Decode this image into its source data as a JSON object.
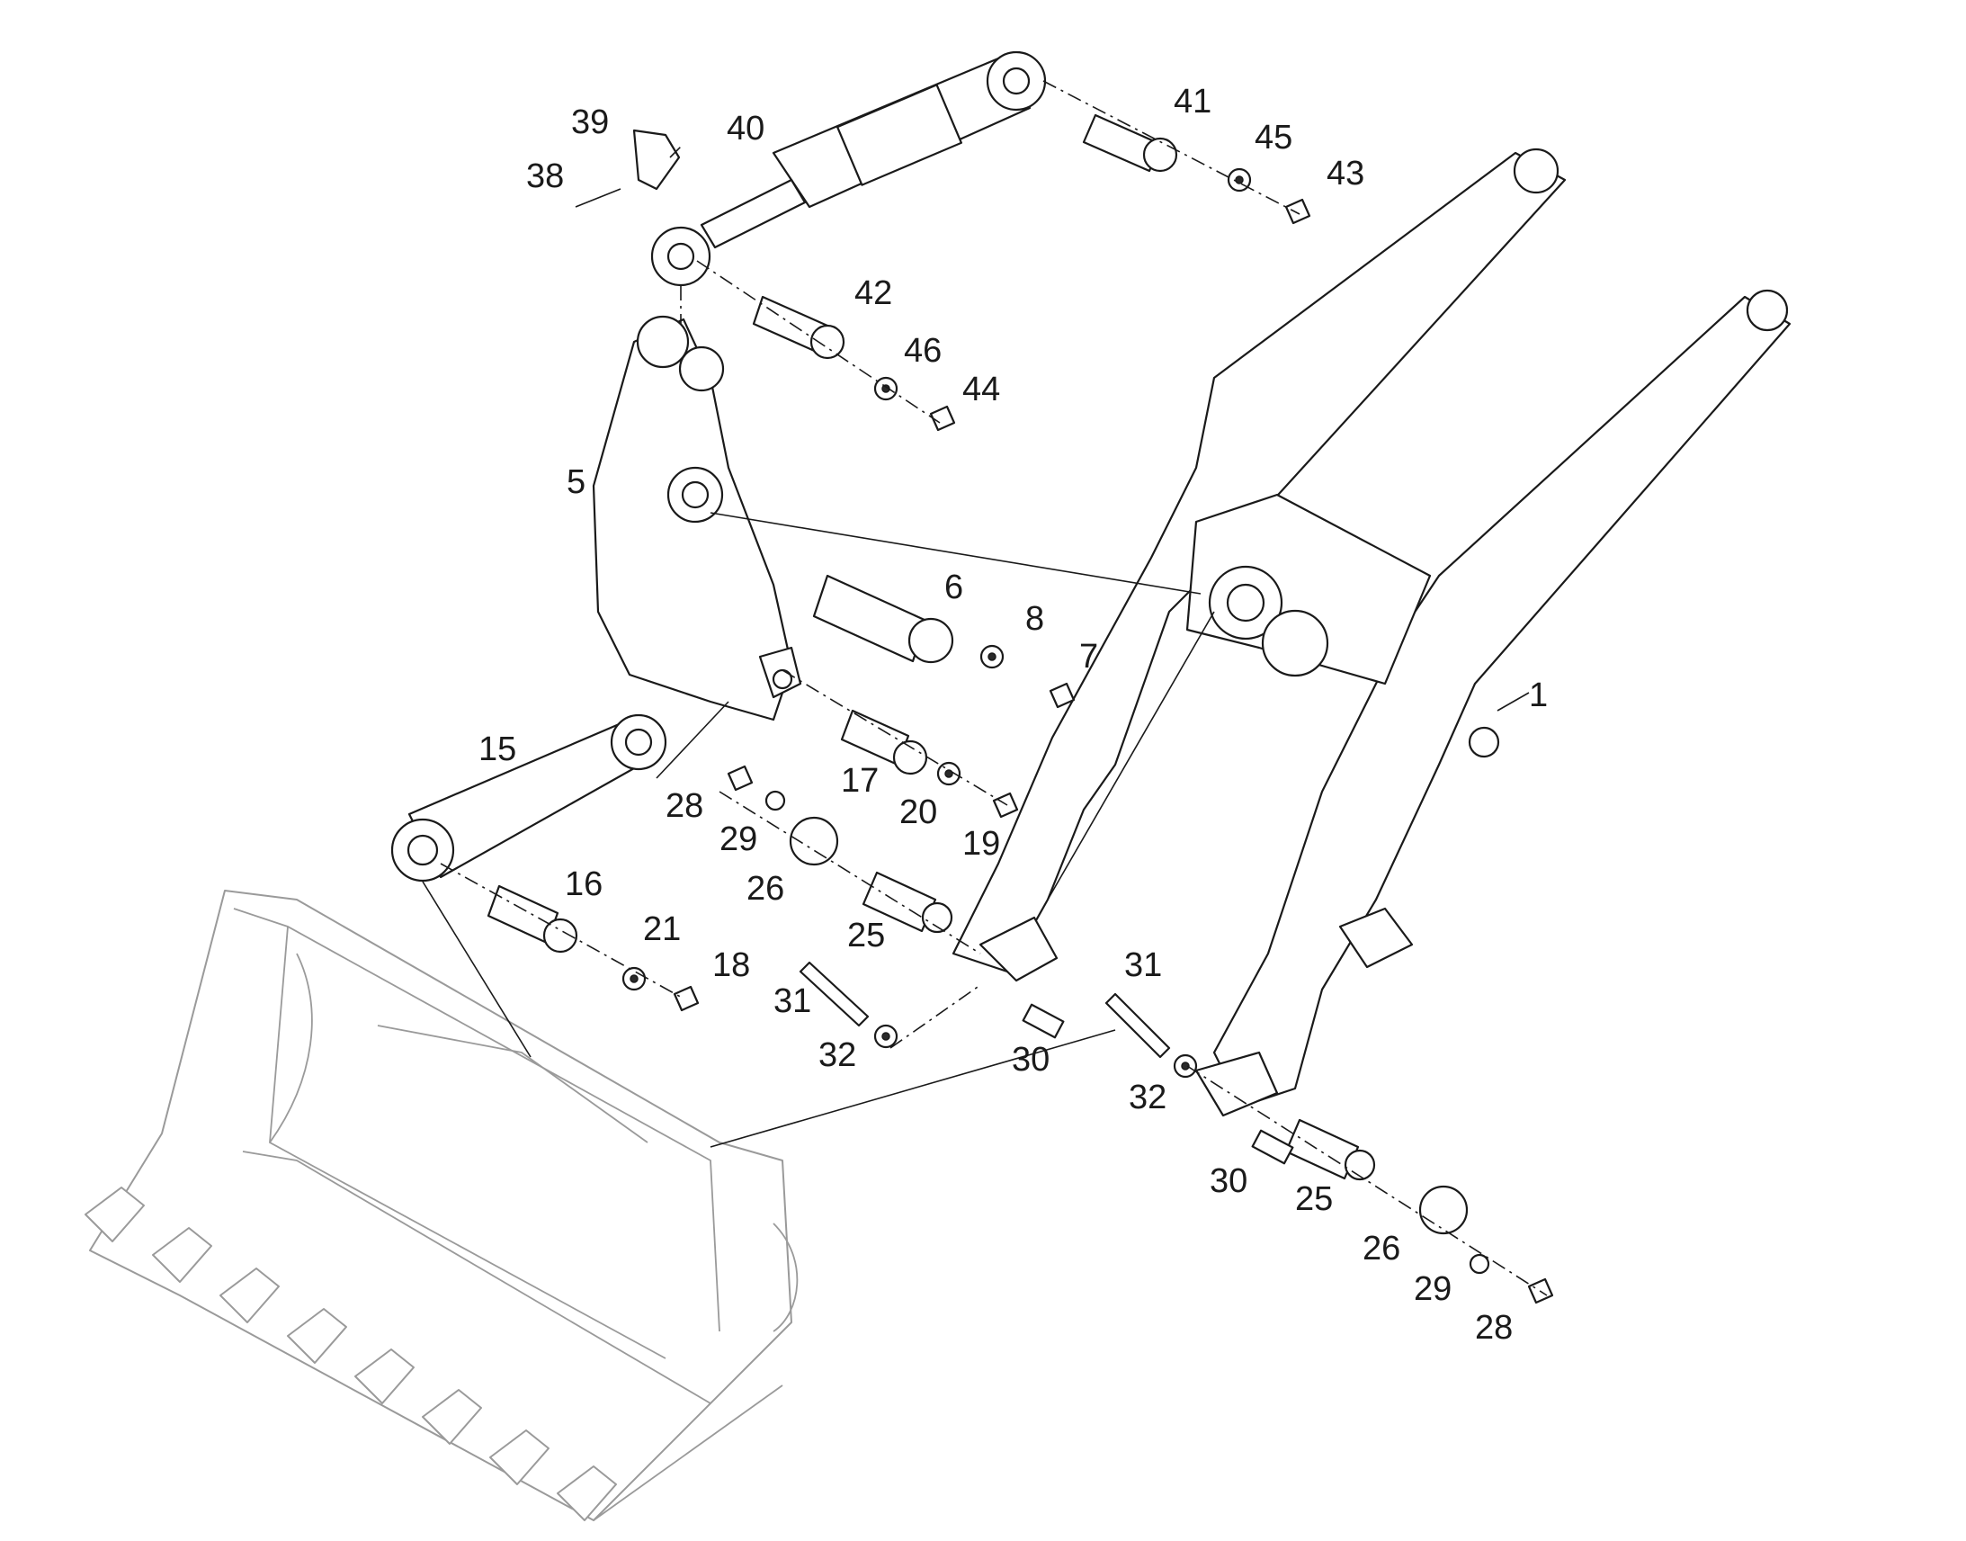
{
  "callouts": [
    {
      "id": "c1",
      "label": "1"
    },
    {
      "id": "c5",
      "label": "5"
    },
    {
      "id": "c6",
      "label": "6"
    },
    {
      "id": "c7",
      "label": "7"
    },
    {
      "id": "c8",
      "label": "8"
    },
    {
      "id": "c15",
      "label": "15"
    },
    {
      "id": "c16",
      "label": "16"
    },
    {
      "id": "c17",
      "label": "17"
    },
    {
      "id": "c18",
      "label": "18"
    },
    {
      "id": "c19",
      "label": "19"
    },
    {
      "id": "c20",
      "label": "20"
    },
    {
      "id": "c21",
      "label": "21"
    },
    {
      "id": "c25a",
      "label": "25"
    },
    {
      "id": "c25b",
      "label": "25"
    },
    {
      "id": "c26a",
      "label": "26"
    },
    {
      "id": "c26b",
      "label": "26"
    },
    {
      "id": "c28a",
      "label": "28"
    },
    {
      "id": "c28b",
      "label": "28"
    },
    {
      "id": "c29a",
      "label": "29"
    },
    {
      "id": "c29b",
      "label": "29"
    },
    {
      "id": "c30a",
      "label": "30"
    },
    {
      "id": "c30b",
      "label": "30"
    },
    {
      "id": "c31a",
      "label": "31"
    },
    {
      "id": "c31b",
      "label": "31"
    },
    {
      "id": "c32a",
      "label": "32"
    },
    {
      "id": "c32b",
      "label": "32"
    },
    {
      "id": "c38",
      "label": "38"
    },
    {
      "id": "c39",
      "label": "39"
    },
    {
      "id": "c40",
      "label": "40"
    },
    {
      "id": "c41",
      "label": "41"
    },
    {
      "id": "c42",
      "label": "42"
    },
    {
      "id": "c43",
      "label": "43"
    },
    {
      "id": "c44",
      "label": "44"
    },
    {
      "id": "c45",
      "label": "45"
    },
    {
      "id": "c46",
      "label": "46"
    }
  ]
}
